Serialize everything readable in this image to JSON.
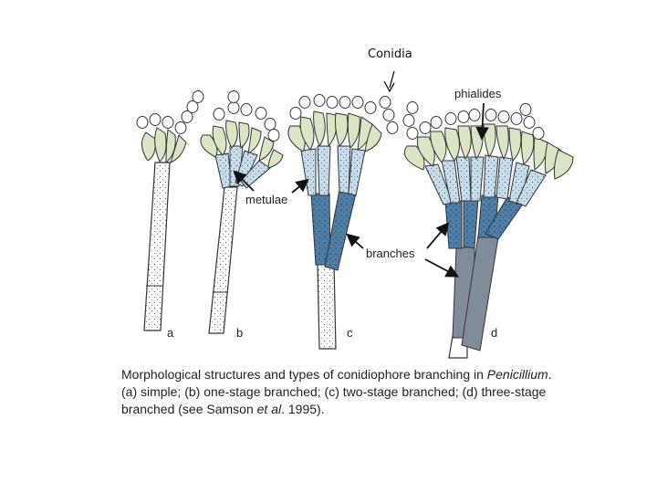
{
  "labels": {
    "conidia": "Conidia",
    "phialides": "phialides",
    "metulae": "metulae",
    "branches": "branches",
    "panel_a": "a",
    "panel_b": "b",
    "panel_c": "c",
    "panel_d": "d"
  },
  "caption": {
    "line1_text": "Morphological structures and types of conidiophore branching in ",
    "line1_italic": "Penicillium",
    "line1_end": ".",
    "line2": "(a) simple; (b) one-stage branched; (c) two-stage branched; (d) three-stage",
    "line3_start": "branched (see Samson ",
    "line3_italic": "et al",
    "line3_end": ". 1995)."
  },
  "colors": {
    "phialide": "#d9e6c4",
    "metula": "#c3ddec",
    "branch": "#4f7ea7",
    "stipe_lower": "#808c99",
    "stipe": "#ffffff",
    "outline": "#333333"
  }
}
